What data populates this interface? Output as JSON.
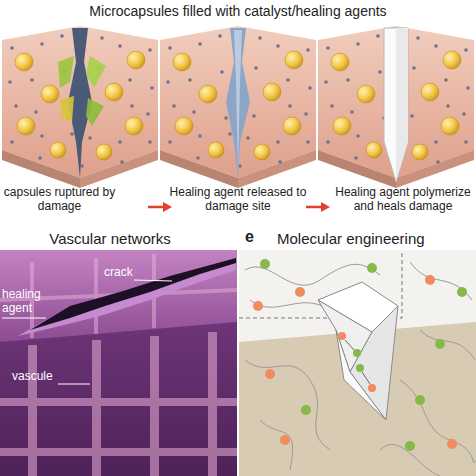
{
  "diagram": {
    "nodes": [
      {
        "text": [
          "Microcapsules filled with catalyst/healing agents"
        ]
      },
      {
        "text": [
          "Vascular networks"
        ]
      },
      {
        "text": [
          "e",
          "Molecular engineering"
        ]
      }
    ],
    "labels": [
      "capsules ruptured by damage",
      "Healing agent released to damage site",
      "Healing agent polymerize and heals damage",
      "crack",
      "healing agent",
      "vascule"
    ]
  }
}
